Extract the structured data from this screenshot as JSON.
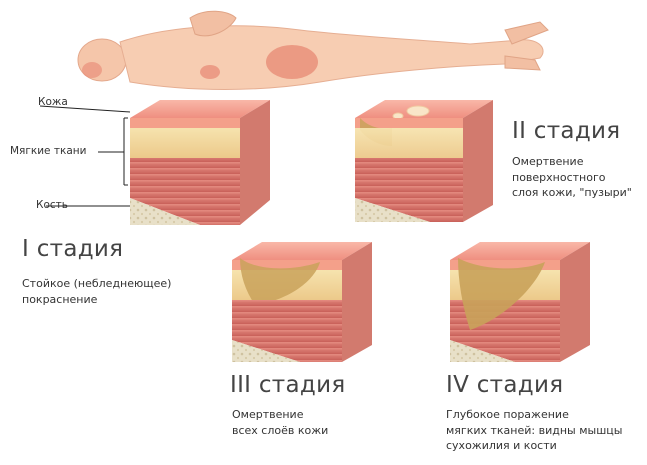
{
  "labels": {
    "skin": "Кожа",
    "soft_tissue": "Мягкие ткани",
    "bone": "Кость"
  },
  "stages": [
    {
      "title": "I стадия",
      "desc_lines": [
        "Стойкое (небледнеющее)",
        "покраснение"
      ]
    },
    {
      "title": "II стадия",
      "desc_lines": [
        "Омертвение",
        "поверхностного",
        "слоя кожи, \"пузыри\""
      ]
    },
    {
      "title": "III стадия",
      "desc_lines": [
        "Омертвение",
        "всех слоёв кожи"
      ]
    },
    {
      "title": "IV стадия",
      "desc_lines": [
        "Глубокое поражение",
        "мягких тканей: видны мышцы",
        "сухожилия и кости"
      ]
    }
  ],
  "colors": {
    "skin_body": "#f7cdb2",
    "pressure_zone": "#e98a72",
    "epidermis": "#f4a08a",
    "fat": "#f3dca0",
    "muscle": "#d9736a",
    "bone": "#e4dcc4",
    "wound": "#c9a25a"
  }
}
